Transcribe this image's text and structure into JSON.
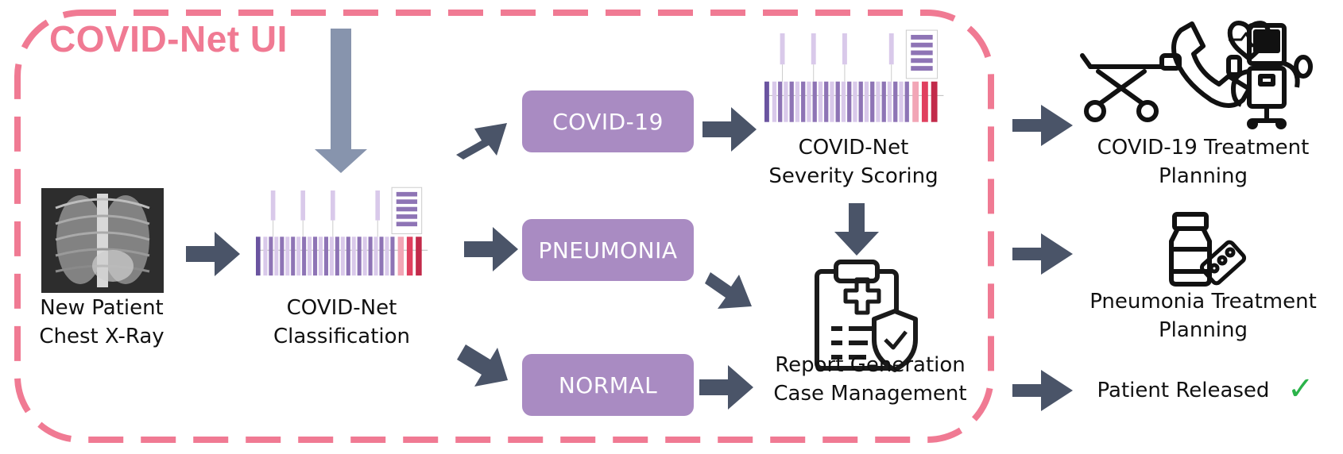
{
  "header": {
    "title": "COVID-Net UI"
  },
  "input": {
    "line1": "New Patient",
    "line2": "Chest X-Ray"
  },
  "classification": {
    "line1": "COVID-Net",
    "line2": "Classification"
  },
  "classes": [
    {
      "label": "COVID-19"
    },
    {
      "label": "PNEUMONIA"
    },
    {
      "label": "NORMAL"
    }
  ],
  "severity": {
    "line1": "COVID-Net",
    "line2": "Severity Scoring"
  },
  "report": {
    "line1": "Report Generation",
    "line2": "Case Management"
  },
  "outcomes": {
    "covid": {
      "line1": "COVID-19 Treatment",
      "line2": "Planning"
    },
    "pneumonia": {
      "line1": "Pneumonia Treatment",
      "line2": "Planning"
    },
    "normal": {
      "label": "Patient Released",
      "check": "✓"
    }
  },
  "colors": {
    "border_dash": "#f07a93",
    "title": "#f07a93",
    "arrow": "#4a5468",
    "input_arrow": "#8794ad",
    "pill": "#a98bc2",
    "network_light": "#d9c9ea",
    "network_dark": "#8e74b5",
    "network_red": "#e0405f",
    "check": "#2bb34a"
  },
  "icons": [
    "chest-xray-icon",
    "network-diagram-icon",
    "clipboard-shield-icon",
    "stretcher-icon",
    "phone-heart-icon",
    "ventilator-icon",
    "medicine-bottle-icon",
    "pill-pack-icon",
    "checkmark-icon"
  ]
}
